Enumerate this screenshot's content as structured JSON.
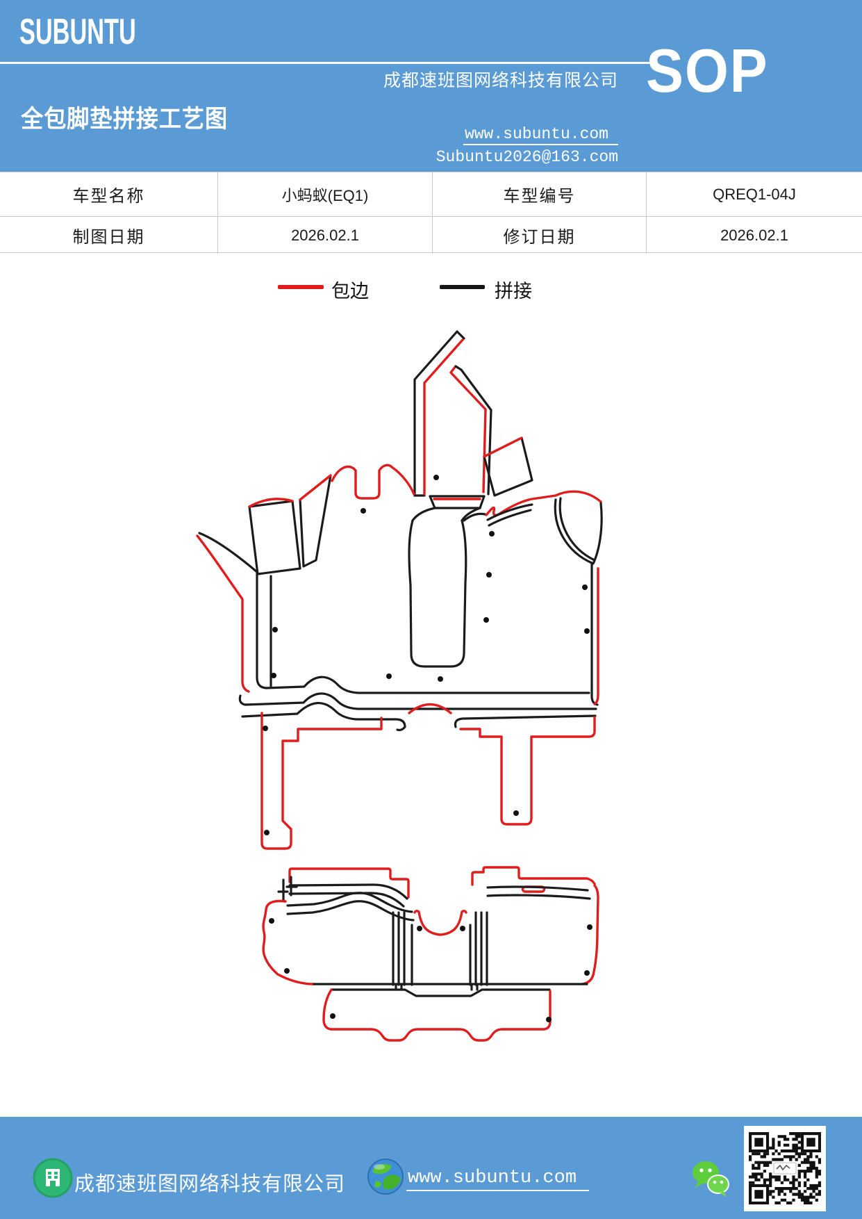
{
  "header": {
    "brand": "SUBUNTU",
    "doc_type": "SOP",
    "title": "全包脚垫拼接工艺图",
    "company": "成都速班图网络科技有限公司",
    "website": "www.subuntu.com",
    "email": "Subuntu2026@163.com"
  },
  "info_table": {
    "model_label": "车型名称",
    "model_value": "小蚂蚁(EQ1)",
    "code_label": "车型编号",
    "code_value": "QREQ1-04J",
    "draw_date_label": "制图日期",
    "draw_date_value": "2026.02.1",
    "revision_date_label": "修订日期",
    "revision_date_value": "2026.02.1"
  },
  "legend": {
    "edging": {
      "label": "包边",
      "color": "#e01c1c"
    },
    "splicing": {
      "label": "拼接",
      "color": "#151515"
    }
  },
  "diagram": {
    "description": "full-surround car floor mat splicing process drawing",
    "edging_color": "#e01c1c",
    "splice_color": "#1b1b1b"
  },
  "footer": {
    "company": "成都速班图网络科技有限公司",
    "website": "www.subuntu.com"
  },
  "colors": {
    "banner_blue": "#5b9bd5",
    "edging_red": "#e01c1c",
    "splice_black": "#151515",
    "table_border": "#c8c8c8"
  }
}
